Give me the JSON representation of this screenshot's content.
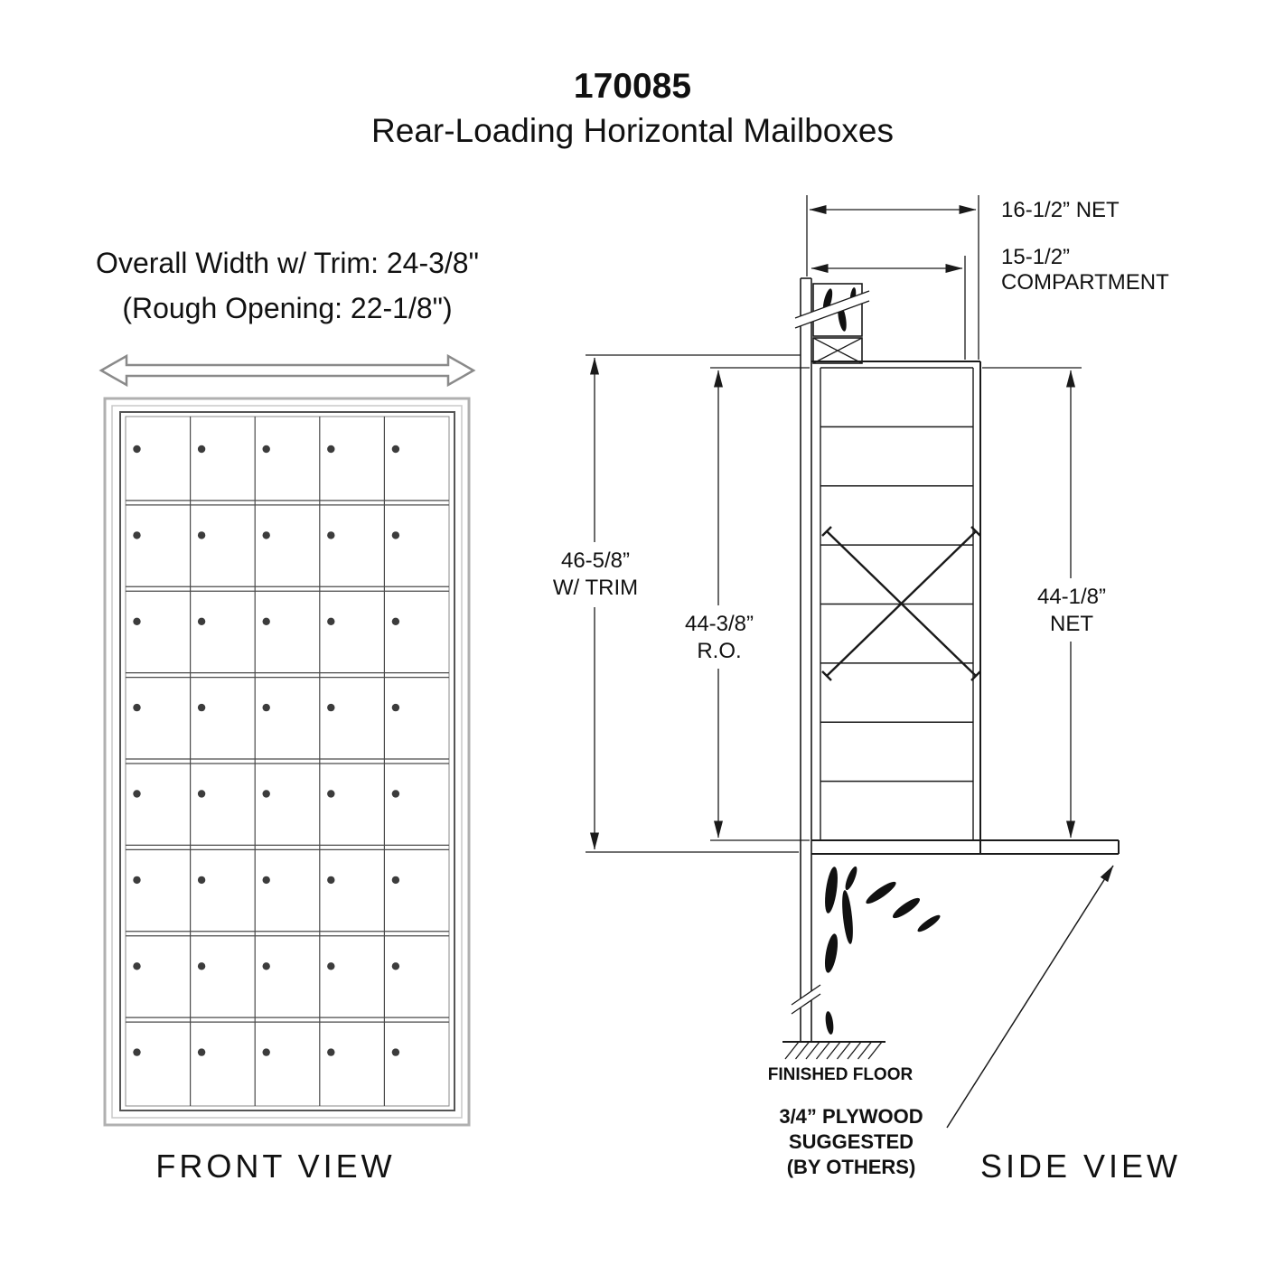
{
  "title": {
    "model": "170085",
    "subtitle": "Rear-Loading Horizontal Mailboxes"
  },
  "front_view": {
    "width_note_line1": "Overall Width w/ Trim: 24-3/8\"",
    "width_note_line2": "(Rough Opening: 22-1/8\")",
    "label": "FRONT VIEW",
    "rows": 8,
    "cols": 5
  },
  "side_view": {
    "label": "SIDE VIEW",
    "compartments": 8,
    "dims": {
      "net_width": "16-1/2” NET",
      "compartment_line1": "15-1/2”",
      "compartment_line2": "COMPARTMENT",
      "trim_height_line1": "46-5/8”",
      "trim_height_line2": "W/ TRIM",
      "ro_height_line1": "44-3/8”",
      "ro_height_line2": "R.O.",
      "net_height_line1": "44-1/8”",
      "net_height_line2": "NET"
    },
    "floor_label": "FINISHED FLOOR",
    "plywood_note_line1": "3/4” PLYWOOD",
    "plywood_note_line2": "SUGGESTED",
    "plywood_note_line3": "(BY OTHERS)"
  },
  "colors": {
    "line": "#1a1a1a",
    "grid_line": "#4a4a4a",
    "trim_gray": "#b0b0b0",
    "background": "#ffffff"
  }
}
